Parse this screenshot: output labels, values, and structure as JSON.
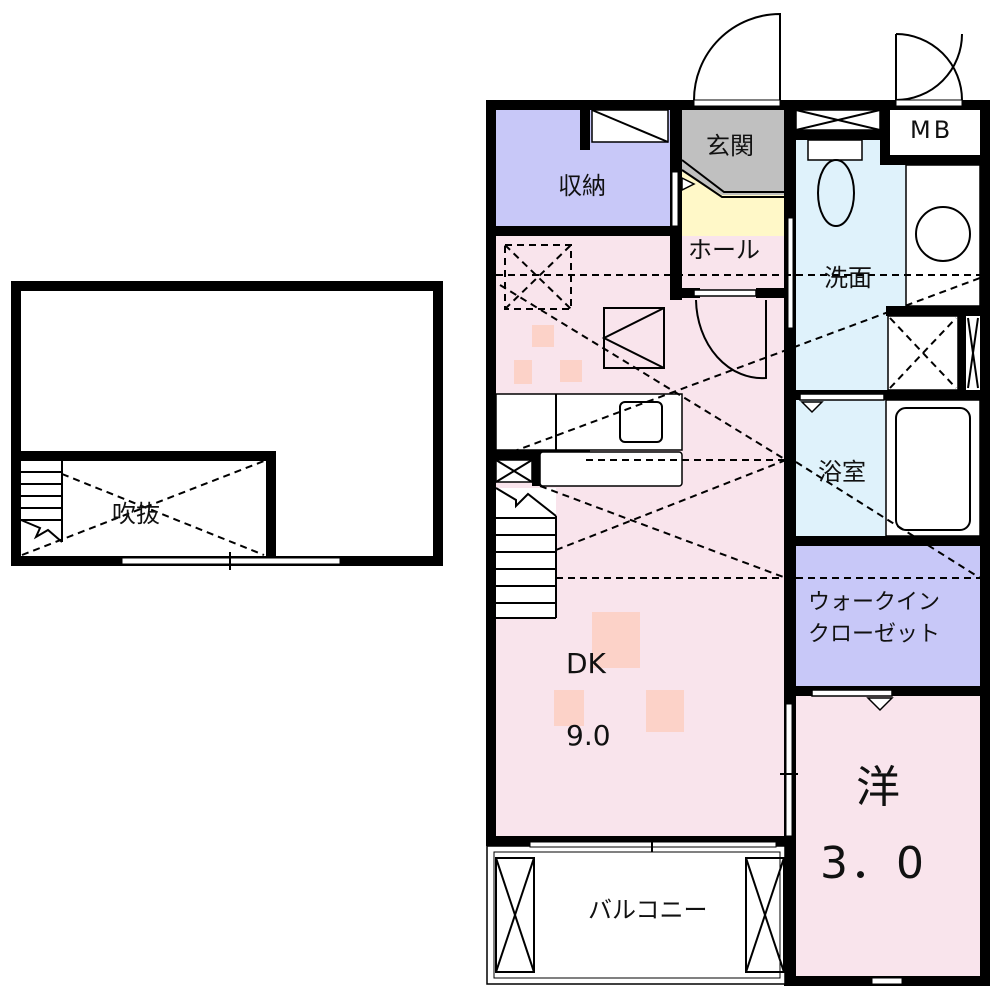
{
  "floor_plan": {
    "loft": {
      "void_label": "吹抜"
    },
    "main_floor": {
      "rooms": {
        "storage": "収納",
        "entrance": "玄関",
        "hall": "ホール",
        "meter_box": "MB",
        "washroom": "洗面",
        "bathroom": "浴室",
        "walk_in_closet_line1": "ウォークイン",
        "walk_in_closet_line2": "クローゼット",
        "dining_kitchen": "DK",
        "dining_kitchen_size": "9.0",
        "western_room": "洋",
        "western_room_size": "3．0",
        "balcony": "バルコニー"
      }
    },
    "colors": {
      "storage": "#c8c8f8",
      "entrance": "#c0c0c0",
      "hall": "#fff8c8",
      "wet_area": "#dff2fb",
      "living": "#f9e4ec",
      "closet": "#c8c8f8",
      "wall": "#000000"
    }
  }
}
